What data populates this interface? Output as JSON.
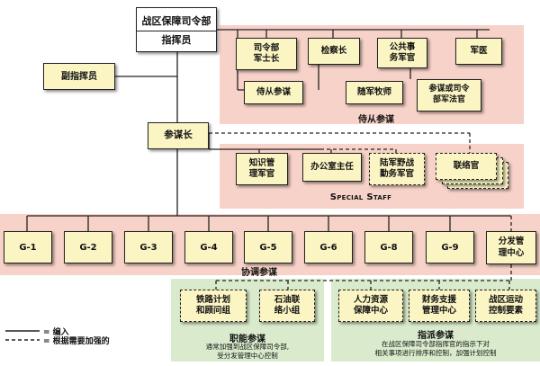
{
  "colors": {
    "pink_panel": "#f7d2c8",
    "green_panel": "#d9ebcc",
    "box_fill": "#fbf5c4",
    "command_fill": "#ffffff"
  },
  "commander": {
    "title": "战区保障司令部",
    "subtitle": "指挥员"
  },
  "deputy": "副指挥员",
  "personal_staff": {
    "label": "侍从参谋",
    "row1": [
      "司令部\n军士长",
      "检察长",
      "公共事\n务军官",
      "军医"
    ],
    "row2": [
      "侍从参谋",
      "随军牧师",
      "参谋或司令\n部军法官"
    ]
  },
  "chief_of_staff": "参谋长",
  "special_staff": {
    "label": "Special Staff",
    "items": [
      "知识管\n理军官",
      "办公室主任",
      "陆军野战\n勤务军官",
      "联络官"
    ]
  },
  "coordinating_staff": {
    "label": "协调参谋",
    "items": [
      "G-1",
      "G-2",
      "G-3",
      "G-4",
      "G-5",
      "G-6",
      "G-8",
      "G-9",
      "分发管\n理中心"
    ]
  },
  "functional_staff": {
    "label": "职能参谋",
    "items": [
      "铁路计划\n和顾问组",
      "石油联\n络小组"
    ],
    "note": "通常加强到战区保障司令部,\n受分发管理中心控制"
  },
  "assigned_staff": {
    "label": "指派参谋",
    "items": [
      "人力资源\n保障中心",
      "财务支援\n管理中心",
      "战区运动\n控制要素"
    ],
    "note": "在战区保障司令部指挥官的指示下对\n相关事项进行排序和控制，加强计划控制"
  },
  "legend": {
    "solid": "= 编入",
    "dashed": "= 根据需要加强的"
  }
}
